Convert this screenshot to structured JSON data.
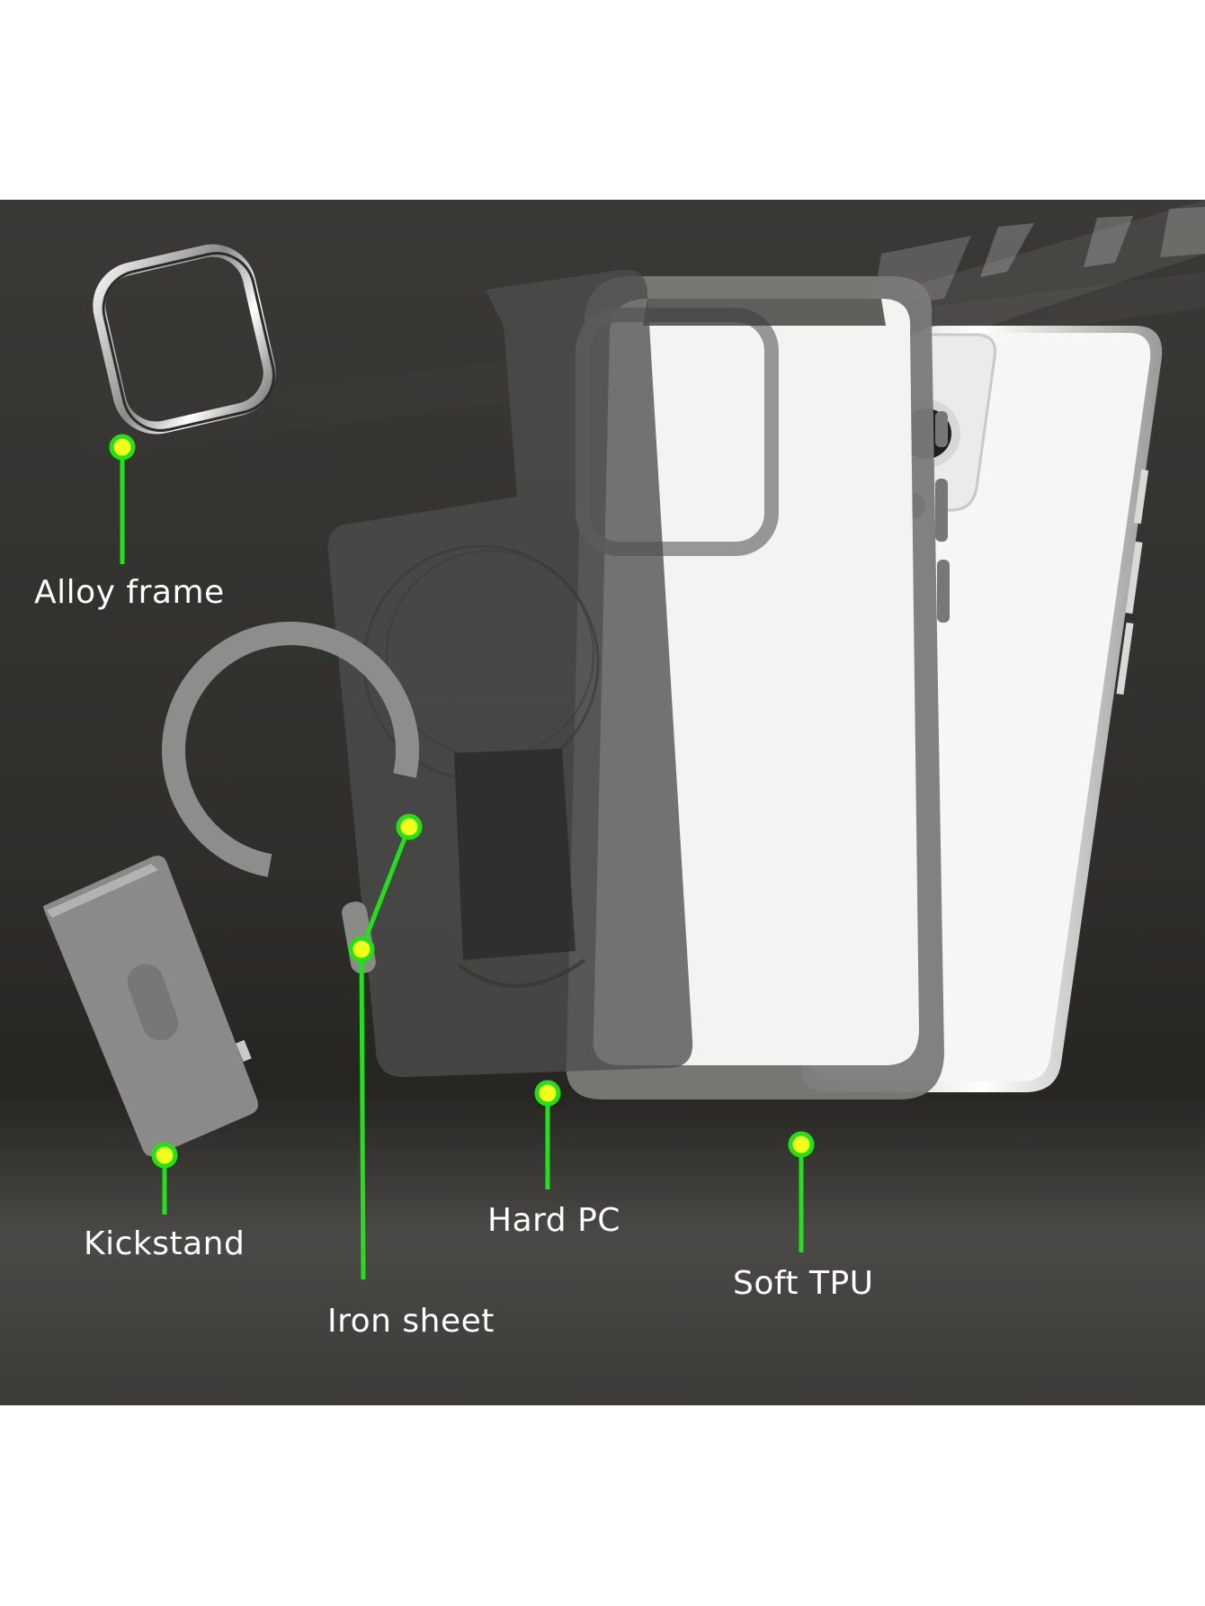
{
  "labels": {
    "alloy_frame": "Alloy frame",
    "kickstand": "Kickstand",
    "iron_sheet": "Iron sheet",
    "hard_pc": "Hard PC",
    "soft_tpu": "Soft TPU"
  },
  "colors": {
    "background": "#33322f",
    "callout_green": "#22e01a",
    "callout_dot_fill": "#f2ff1a",
    "case_frame": "#6b6c69",
    "phone_body": "#f4f4f2"
  }
}
